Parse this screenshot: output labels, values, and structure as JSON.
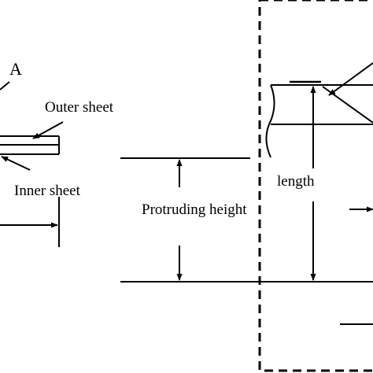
{
  "labels": {
    "detail_marker": "A",
    "outer_sheet": "Outer sheet",
    "inner_sheet": "Inner sheet",
    "protruding_height": "Protruding height",
    "length": "length"
  },
  "colors": {
    "stroke": "#000000",
    "background": "#ffffff"
  }
}
